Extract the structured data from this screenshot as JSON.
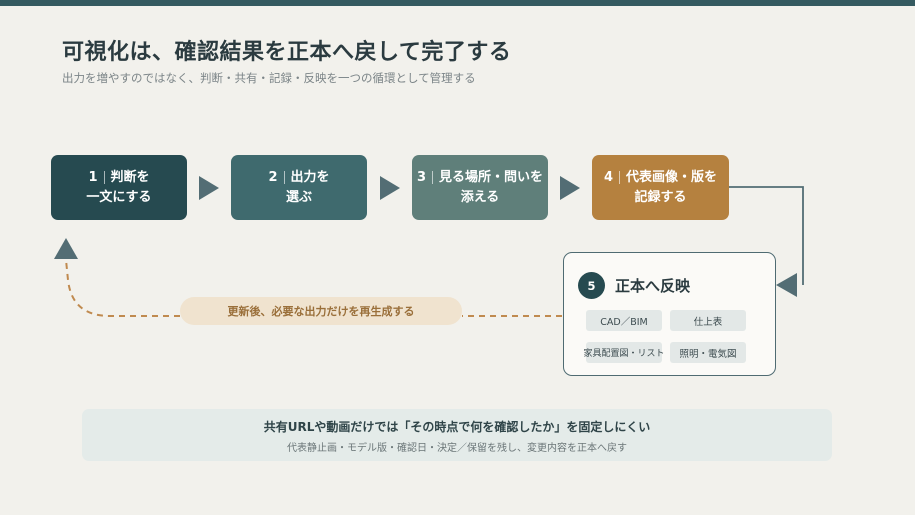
{
  "header": {
    "title": "可視化は、確認結果を正本へ戻して完了する",
    "subtitle": "出力を増やすのではなく、判断・共有・記録・反映を一つの循環として管理する"
  },
  "steps": [
    {
      "num": "1",
      "line1": "判断を",
      "line2": "一文にする"
    },
    {
      "num": "2",
      "line1": "出力を",
      "line2": "選ぶ"
    },
    {
      "num": "3",
      "line1": "見る場所・問いを",
      "line2": "添える"
    },
    {
      "num": "4",
      "line1": "代表画像・版を",
      "line2": "記録する"
    }
  ],
  "final_step": {
    "num": "5",
    "title": "正本へ反映",
    "items": [
      "CAD／BIM",
      "仕上表",
      "家具配置図・リスト",
      "照明・電気図"
    ]
  },
  "loop_label": "更新後、必要な出力だけを再生成する",
  "note": {
    "line1": "共有URLや動画だけでは「その時点で何を確認したか」を固定しにくい",
    "line2": "代表静止画・モデル版・確認日・決定／保留を残し、変更内容を正本へ戻す"
  },
  "colors": {
    "background": "#f2f1ec",
    "step1": "#264a50",
    "step2": "#3f6a6e",
    "step3": "#5f7f7a",
    "step4": "#b5813f",
    "arrow": "#536d74",
    "loop_dash": "#c08a4f"
  }
}
